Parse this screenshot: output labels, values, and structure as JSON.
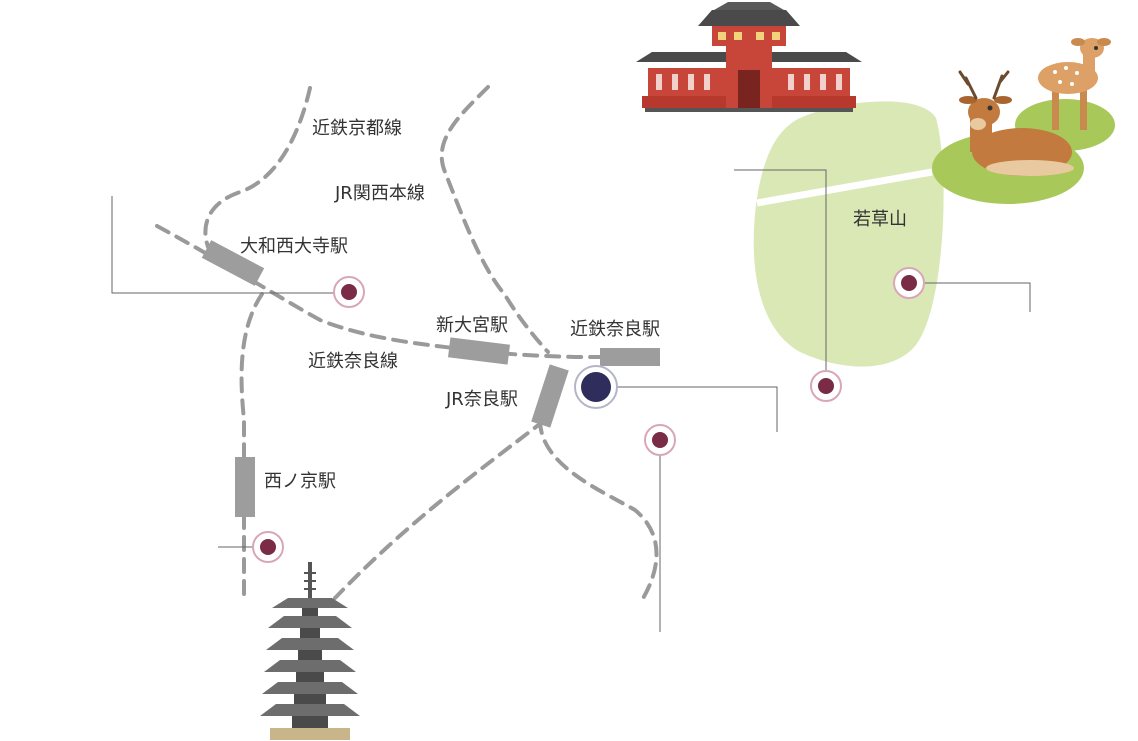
{
  "lines": [
    {
      "id": "kintetsu-kyoto",
      "label": "近鉄京都線"
    },
    {
      "id": "jr-kansai",
      "label": "JR関西本線"
    },
    {
      "id": "kintetsu-nara-line",
      "label": "近鉄奈良線"
    }
  ],
  "stations": [
    {
      "id": "yamato-saidaiji",
      "label": "大和西大寺駅"
    },
    {
      "id": "shin-omiya",
      "label": "新大宮駅"
    },
    {
      "id": "kintetsu-nara",
      "label": "近鉄奈良駅"
    },
    {
      "id": "jr-nara",
      "label": "JR奈良駅"
    },
    {
      "id": "nishinokyo",
      "label": "西ノ京駅"
    }
  ],
  "areas": [
    {
      "id": "wakakusayama",
      "label": "若草山"
    }
  ],
  "colors": {
    "pin": "#7a2b46",
    "pin_ring": "#d9a6b8",
    "current_pin": "#2e2d5c",
    "park": "#d9e8b5",
    "rail": "#9a9a9a",
    "platform": "#9d9d9d",
    "leader": "#666666"
  },
  "icons": {
    "temple": "vermilion-temple-icon",
    "pagoda": "five-story-pagoda-icon",
    "deer": "deer-icon"
  }
}
